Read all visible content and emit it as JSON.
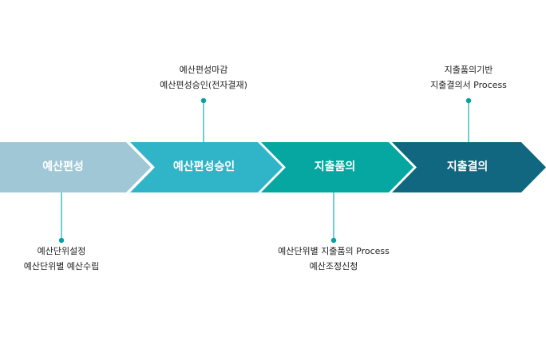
{
  "diagram": {
    "type": "process-flow",
    "colors": {
      "connector_line": "#3fc0c6",
      "connector_dot": "#0aa0a2",
      "note_text": "#222222",
      "step_text": "#ffffff"
    },
    "steps": [
      {
        "label": "예산편성",
        "color": "#9fc7d5",
        "note_position": "below",
        "note_lines": [
          "예산단위설정",
          "예산단위별 예산수립"
        ]
      },
      {
        "label": "예산편성승인",
        "color": "#2fb4c8",
        "note_position": "above",
        "note_lines": [
          "예산편성마감",
          "예산편성승인(전자결재)"
        ]
      },
      {
        "label": "지출품의",
        "color": "#05a7a0",
        "note_position": "below",
        "note_lines": [
          "예산단위별 지출품의 Process",
          "예산조정신청"
        ]
      },
      {
        "label": "지출결의",
        "color": "#10677f",
        "note_position": "above",
        "note_lines": [
          "지출품의기반",
          "지출결의서 Process"
        ]
      }
    ]
  }
}
